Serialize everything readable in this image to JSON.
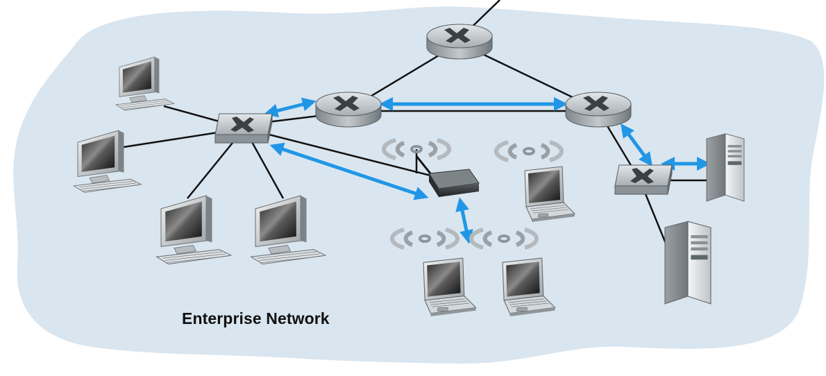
{
  "title": "Enterprise Network",
  "colors": {
    "cloud": "#d9e5ef",
    "link": "#111111",
    "arrow": "#2196e6",
    "device": "#a9b0b6"
  },
  "devices": {
    "routers": [
      "router-top",
      "router-left",
      "router-right"
    ],
    "switches": [
      "switch-left",
      "switch-right"
    ],
    "access_points": [
      "wireless-access-point"
    ],
    "desktops": 4,
    "laptops": 3,
    "servers": 2
  }
}
